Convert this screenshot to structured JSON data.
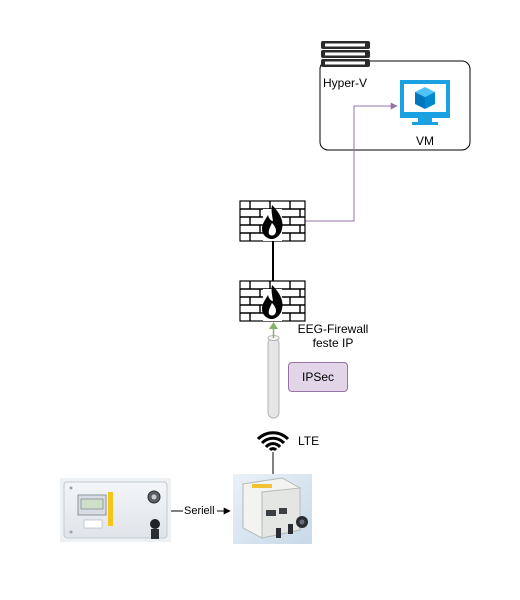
{
  "labels": {
    "hyperv": "Hyper-V",
    "vm": "VM",
    "firewall_line1": "EEG-Firewall",
    "firewall_line2": "feste IP",
    "ipsec": "IPSec",
    "lte": "LTE",
    "seriell": "Seriell"
  },
  "colors": {
    "vm_link": "#9673a6",
    "ipsec_fill": "#e1d5e7",
    "ipsec_border": "#9673a6",
    "tunnel_fill": "#e6e6e6",
    "tunnel_arrow": "#82b366",
    "vm_monitor": "#1ba1e2"
  },
  "icons": {
    "server": "server-rack-icon",
    "vm": "virtual-machine-icon",
    "firewall": "firewall-icon",
    "wireless": "wireless-signal-icon"
  }
}
